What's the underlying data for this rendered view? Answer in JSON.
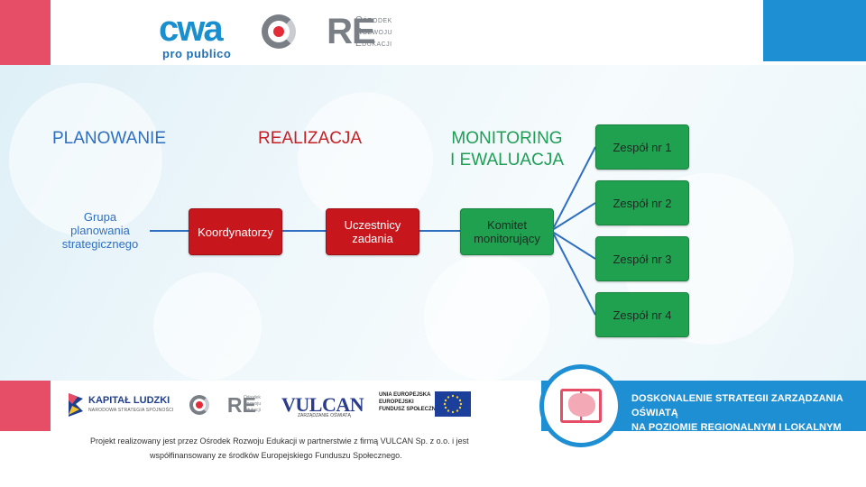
{
  "header": {
    "cwa_logo": "cwa",
    "cwa_tagline": "pro publico",
    "ore_logo": "ORE",
    "ore_desc": [
      "Ośrodek",
      "Rozwoju",
      "Edukacji"
    ]
  },
  "headings": {
    "planowanie": "PLANOWANIE",
    "realizacja": "REALIZACJA",
    "monitoring": [
      "MONITORING",
      "I EWALUACJA"
    ]
  },
  "boxes": {
    "grupa": [
      "Grupa",
      "planowania",
      "strategicznego"
    ],
    "koordynatorzy": "Koordynatorzy",
    "uczestnicy": [
      "Uczestnicy",
      "zadania"
    ],
    "komitet": [
      "Komitet",
      "monitorujący"
    ],
    "zespoly": [
      "Zespół nr 1",
      "Zespół nr 2",
      "Zespół nr 3",
      "Zespół nr 4"
    ]
  },
  "footer": {
    "kapital_title": "KAPITAŁ LUDZKI",
    "kapital_sub": "NARODOWA STRATEGIA SPÓJNOŚCI",
    "ore_mini": "ORE",
    "ore_mini_desc": [
      "Ośrodek",
      "Rozwoju",
      "Edukacji"
    ],
    "vulcan": "VULCAN",
    "vulcan_sub": "ZARZĄDZANIE OŚWIATĄ",
    "ue": [
      "UNIA EUROPEJSKA",
      "EUROPEJSKI",
      "FUNDUSZ SPOŁECZNY"
    ],
    "strategy": [
      "DOSKONALENIE STRATEGII ZARZĄDZANIA OŚWIATĄ",
      "NA POZIOMIE REGIONALNYM I LOKALNYM ETAP II"
    ],
    "line1": "Projekt realizowany jest przez Ośrodek Rozwoju Edukacji w partnerstwie z firmą VULCAN Sp. z o.o. i jest",
    "line2": "współfinansowany ze środków Europejskiego Funduszu Społecznego."
  },
  "colors": {
    "blue": "#2f6fc2",
    "red": "#c8161d",
    "green": "#1fa150",
    "pink": "#e64d67",
    "sky": "#1f8fd3"
  }
}
